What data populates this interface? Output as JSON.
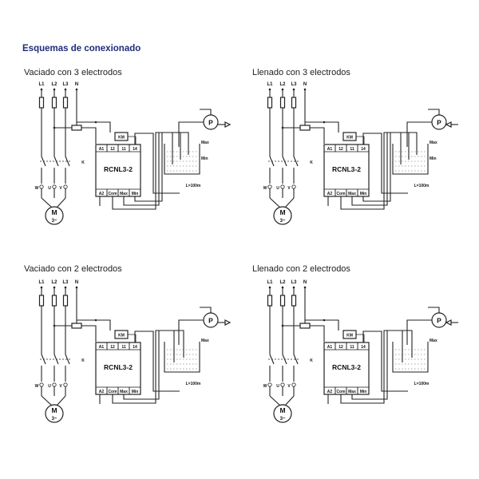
{
  "header": {
    "title": "Esquemas de conexionado"
  },
  "panels": [
    {
      "title": "Vaciado con 3 electrodos",
      "electrodes": 3,
      "mode": "vaciado",
      "phase_labels": [
        "L1",
        "L2",
        "L3",
        "N"
      ],
      "contactor_label": "K",
      "motor_terminals": [
        "W",
        "U",
        "V"
      ],
      "motor": {
        "letter": "M",
        "type": "3~"
      },
      "relay": {
        "model": "RCNL3-2",
        "km": "KM",
        "top_terminals": [
          "A1",
          "12",
          "11",
          "14"
        ],
        "bottom_terminals": [
          "A2",
          "Com",
          "Max",
          "Min"
        ]
      },
      "pump": {
        "letter": "P"
      },
      "tank": {
        "max_label": "Max",
        "min_label": "Min",
        "length_label": "L=100m"
      }
    },
    {
      "title": "Llenado con 3 electrodos",
      "electrodes": 3,
      "mode": "llenado",
      "phase_labels": [
        "L1",
        "L2",
        "L3",
        "N"
      ],
      "contactor_label": "K",
      "motor_terminals": [
        "W",
        "U",
        "V"
      ],
      "motor": {
        "letter": "M",
        "type": "3~"
      },
      "relay": {
        "model": "RCNL3-2",
        "km": "KM",
        "top_terminals": [
          "A1",
          "12",
          "11",
          "14"
        ],
        "bottom_terminals": [
          "A2",
          "Com",
          "Max",
          "Min"
        ]
      },
      "pump": {
        "letter": "P"
      },
      "tank": {
        "max_label": "Max",
        "min_label": "Min",
        "length_label": "L=100m"
      }
    },
    {
      "title": "Vaciado con 2 electrodos",
      "electrodes": 2,
      "mode": "vaciado",
      "phase_labels": [
        "L1",
        "L2",
        "L3",
        "N"
      ],
      "contactor_label": "K",
      "motor_terminals": [
        "W",
        "U",
        "V"
      ],
      "motor": {
        "letter": "M",
        "type": "3~"
      },
      "relay": {
        "model": "RCNL3-2",
        "km": "KM",
        "top_terminals": [
          "A1",
          "12",
          "11",
          "14"
        ],
        "bottom_terminals": [
          "A2",
          "Com",
          "Max",
          "Min"
        ]
      },
      "pump": {
        "letter": "P"
      },
      "tank": {
        "max_label": "Max",
        "min_label": "",
        "length_label": "L=100m"
      }
    },
    {
      "title": "Llenado con 2 electrodos",
      "electrodes": 2,
      "mode": "llenado",
      "phase_labels": [
        "L1",
        "L2",
        "L3",
        "N"
      ],
      "contactor_label": "K",
      "motor_terminals": [
        "W",
        "U",
        "V"
      ],
      "motor": {
        "letter": "M",
        "type": "3~"
      },
      "relay": {
        "model": "RCNL3-2",
        "km": "KM",
        "top_terminals": [
          "A1",
          "12",
          "11",
          "14"
        ],
        "bottom_terminals": [
          "A2",
          "Com",
          "Max",
          "Min"
        ]
      },
      "pump": {
        "letter": "P"
      },
      "tank": {
        "max_label": "Max",
        "min_label": "",
        "length_label": "L=100m"
      }
    }
  ]
}
